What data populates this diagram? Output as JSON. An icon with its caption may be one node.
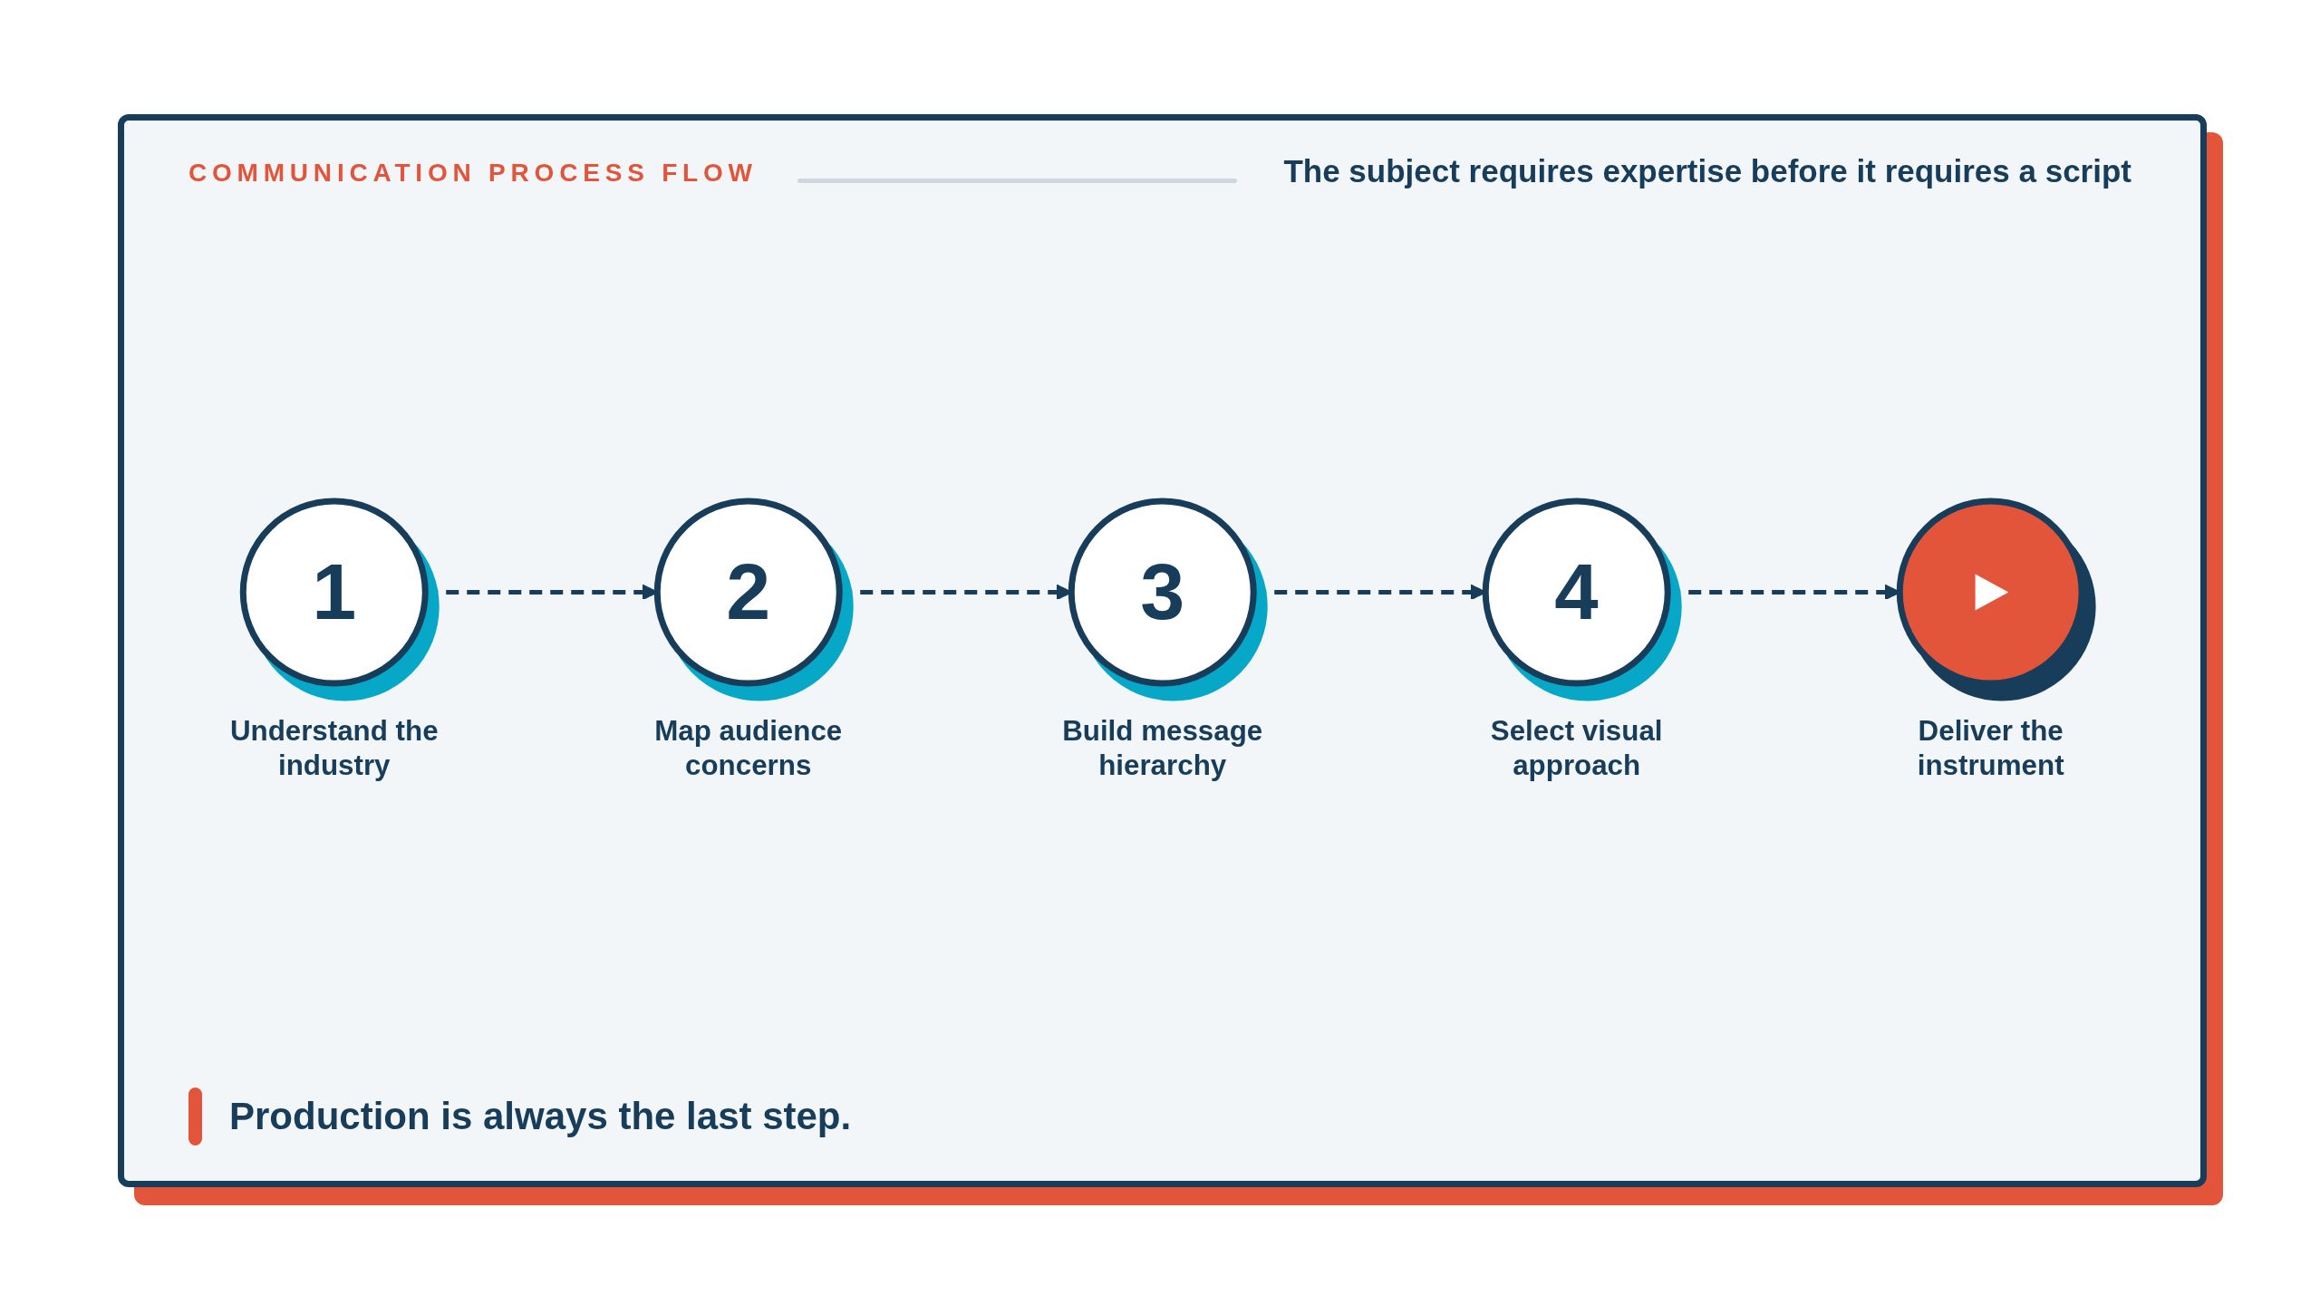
{
  "diagram": {
    "title": "COMMUNICATION PROCESS FLOW",
    "caption": "Production is always the last step.",
    "labels": [
      "The subject requires expertise before it requires a script"
    ],
    "nodes": [
      {
        "text": [
          "1"
        ],
        "beside": [
          "Understand the industry"
        ]
      },
      {
        "text": [
          "2"
        ],
        "beside": [
          "Map audience concerns"
        ]
      },
      {
        "text": [
          "3"
        ],
        "beside": [
          "Build message hierarchy"
        ]
      },
      {
        "text": [
          "4"
        ],
        "beside": [
          "Select visual approach"
        ]
      },
      {
        "text": [],
        "shape": "circle",
        "beside": [
          "Deliver the instrument"
        ]
      }
    ],
    "edges": [
      {
        "from": 0,
        "to": 1,
        "arrow": "to",
        "style": "dashed"
      },
      {
        "from": 1,
        "to": 2,
        "arrow": "to",
        "style": "dashed"
      },
      {
        "from": 2,
        "to": 3,
        "arrow": "to",
        "style": "dashed"
      },
      {
        "from": 3,
        "to": 4,
        "arrow": "to",
        "style": "dashed"
      }
    ]
  }
}
